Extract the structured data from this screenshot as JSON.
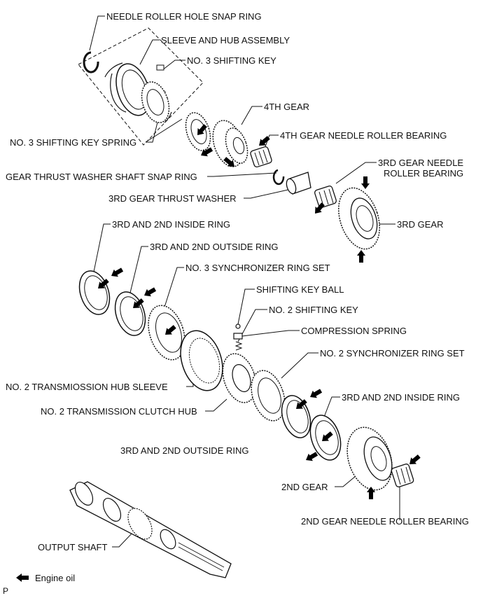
{
  "labels": {
    "needle_roller_hole_snap_ring": "NEEDLE ROLLER HOLE SNAP RING",
    "sleeve_and_hub_assembly": "SLEEVE AND HUB ASSEMBLY",
    "no3_shifting_key": "NO. 3 SHIFTING KEY",
    "fourth_gear": "4TH GEAR",
    "fourth_gear_needle_roller_bearing": "4TH GEAR NEEDLE ROLLER BEARING",
    "no3_shifting_key_spring": "NO. 3 SHIFTING KEY SPRING",
    "gear_thrust_washer_shaft_snap_ring": "GEAR THRUST WASHER SHAFT SNAP RING",
    "third_gear_needle_roller_bearing_l1": "3RD GEAR NEEDLE",
    "third_gear_needle_roller_bearing_l2": "ROLLER BEARING",
    "third_gear_thrust_washer": "3RD GEAR THRUST WASHER",
    "third_gear": "3RD GEAR",
    "third_second_inside_ring_top": "3RD AND 2ND INSIDE RING",
    "third_second_outside_ring_top": "3RD AND 2ND OUTSIDE RING",
    "no3_synchronizer_ring_set": "NO. 3 SYNCHRONIZER RING SET",
    "shifting_key_ball": "SHIFTING KEY BALL",
    "no2_shifting_key": "NO. 2 SHIFTING KEY",
    "compression_spring": "COMPRESSION SPRING",
    "no2_synchronizer_ring_set": "NO. 2 SYNCHRONIZER RING SET",
    "no2_hub_sleeve": "NO. 2 TRANSMIOSSION HUB SLEEVE",
    "third_second_inside_ring_bottom": "3RD AND 2ND INSIDE RING",
    "no2_clutch_hub": "NO. 2 TRANSMISSION CLUTCH HUB",
    "third_second_outside_ring_bottom": "3RD AND 2ND OUTSIDE RING",
    "second_gear": "2ND GEAR",
    "second_gear_needle_roller_bearing": "2ND GEAR NEEDLE ROLLER BEARING",
    "output_shaft": "OUTPUT SHAFT"
  },
  "legend": {
    "text": "Engine oil",
    "icon": "oil-arrow-icon"
  },
  "corner_mark": "P",
  "colors": {
    "ink": "#111111",
    "paper": "#ffffff",
    "arrow": "#000000"
  }
}
